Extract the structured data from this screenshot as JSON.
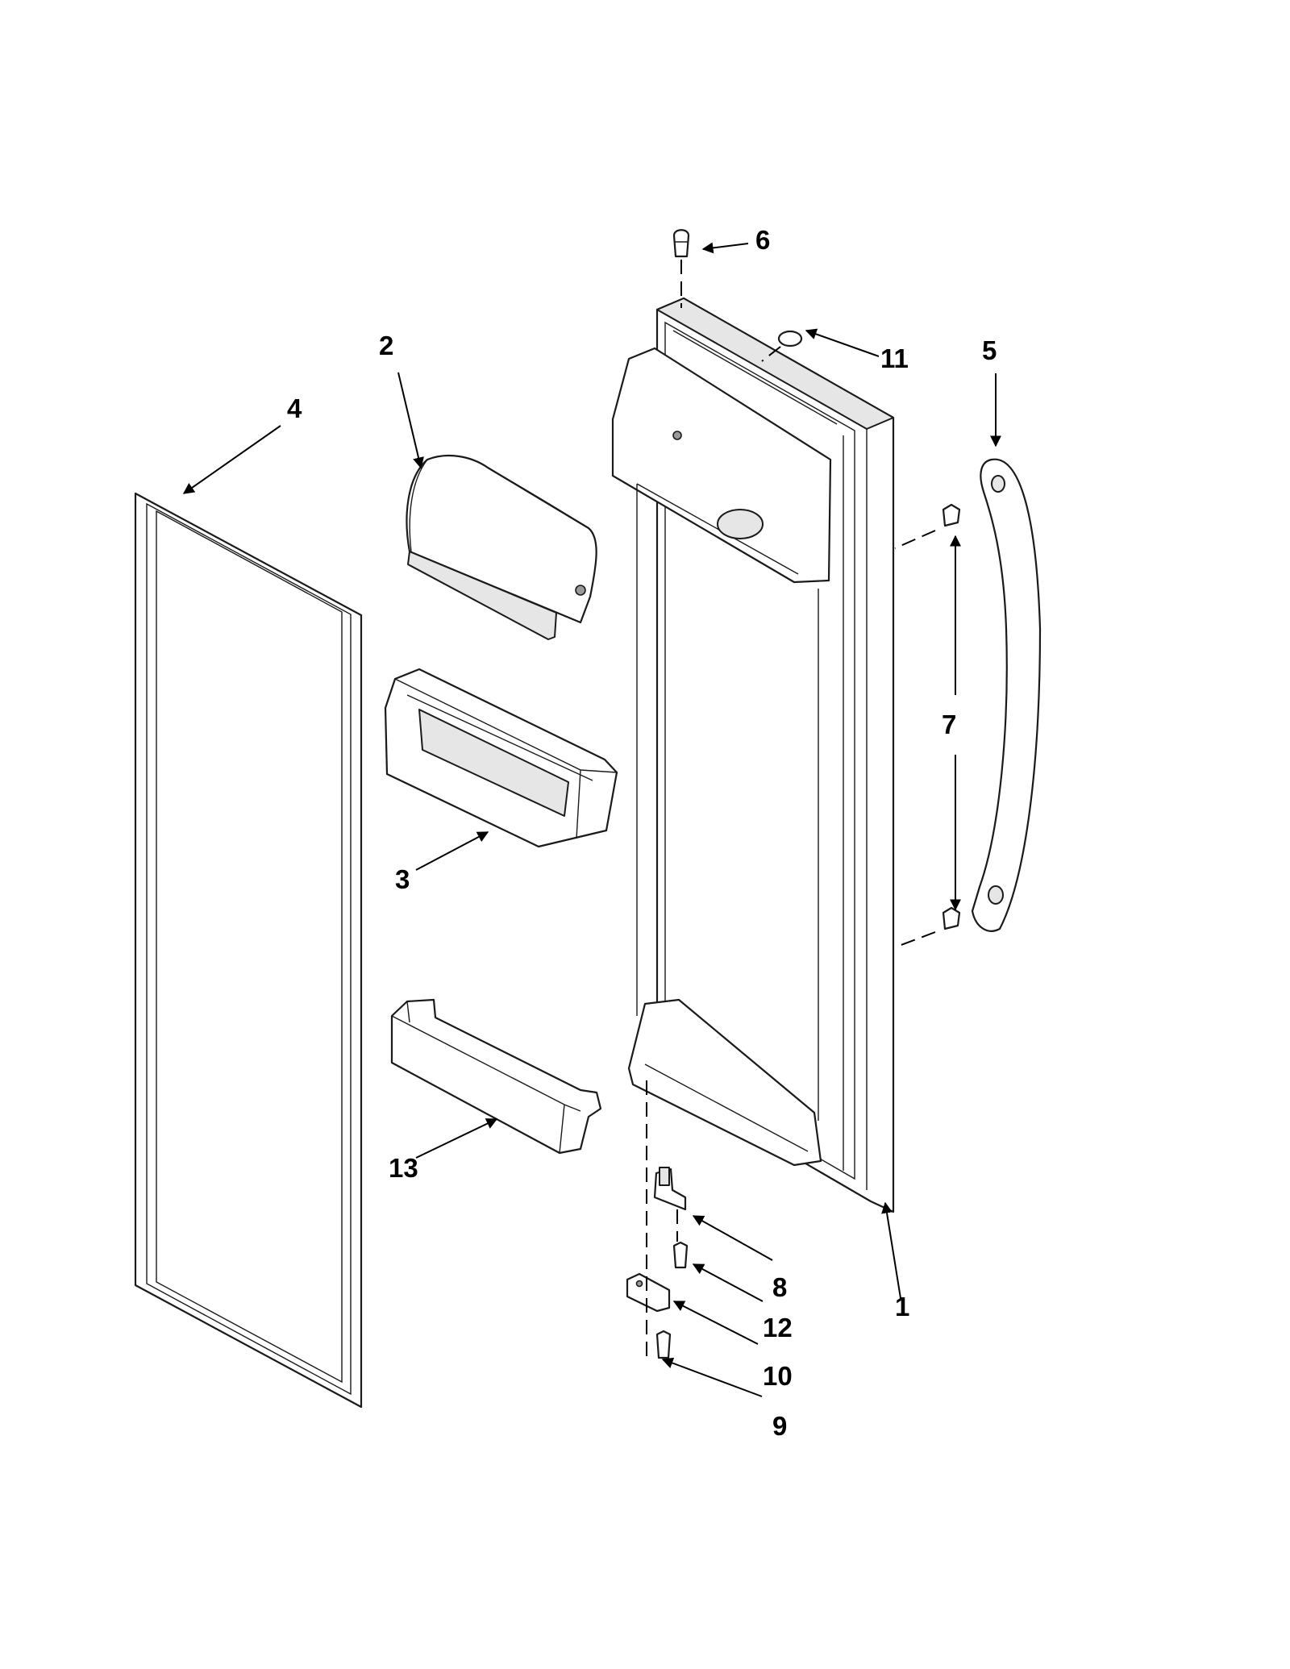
{
  "callouts": {
    "c1": "1",
    "c2": "2",
    "c3": "3",
    "c4": "4",
    "c5": "5",
    "c6": "6",
    "c7": "7",
    "c8": "8",
    "c9": "9",
    "c10": "10",
    "c11": "11",
    "c12": "12",
    "c13": "13"
  },
  "colors": {
    "line": "#1a1a1a",
    "background": "#ffffff",
    "shade": "#e6e6e6"
  }
}
